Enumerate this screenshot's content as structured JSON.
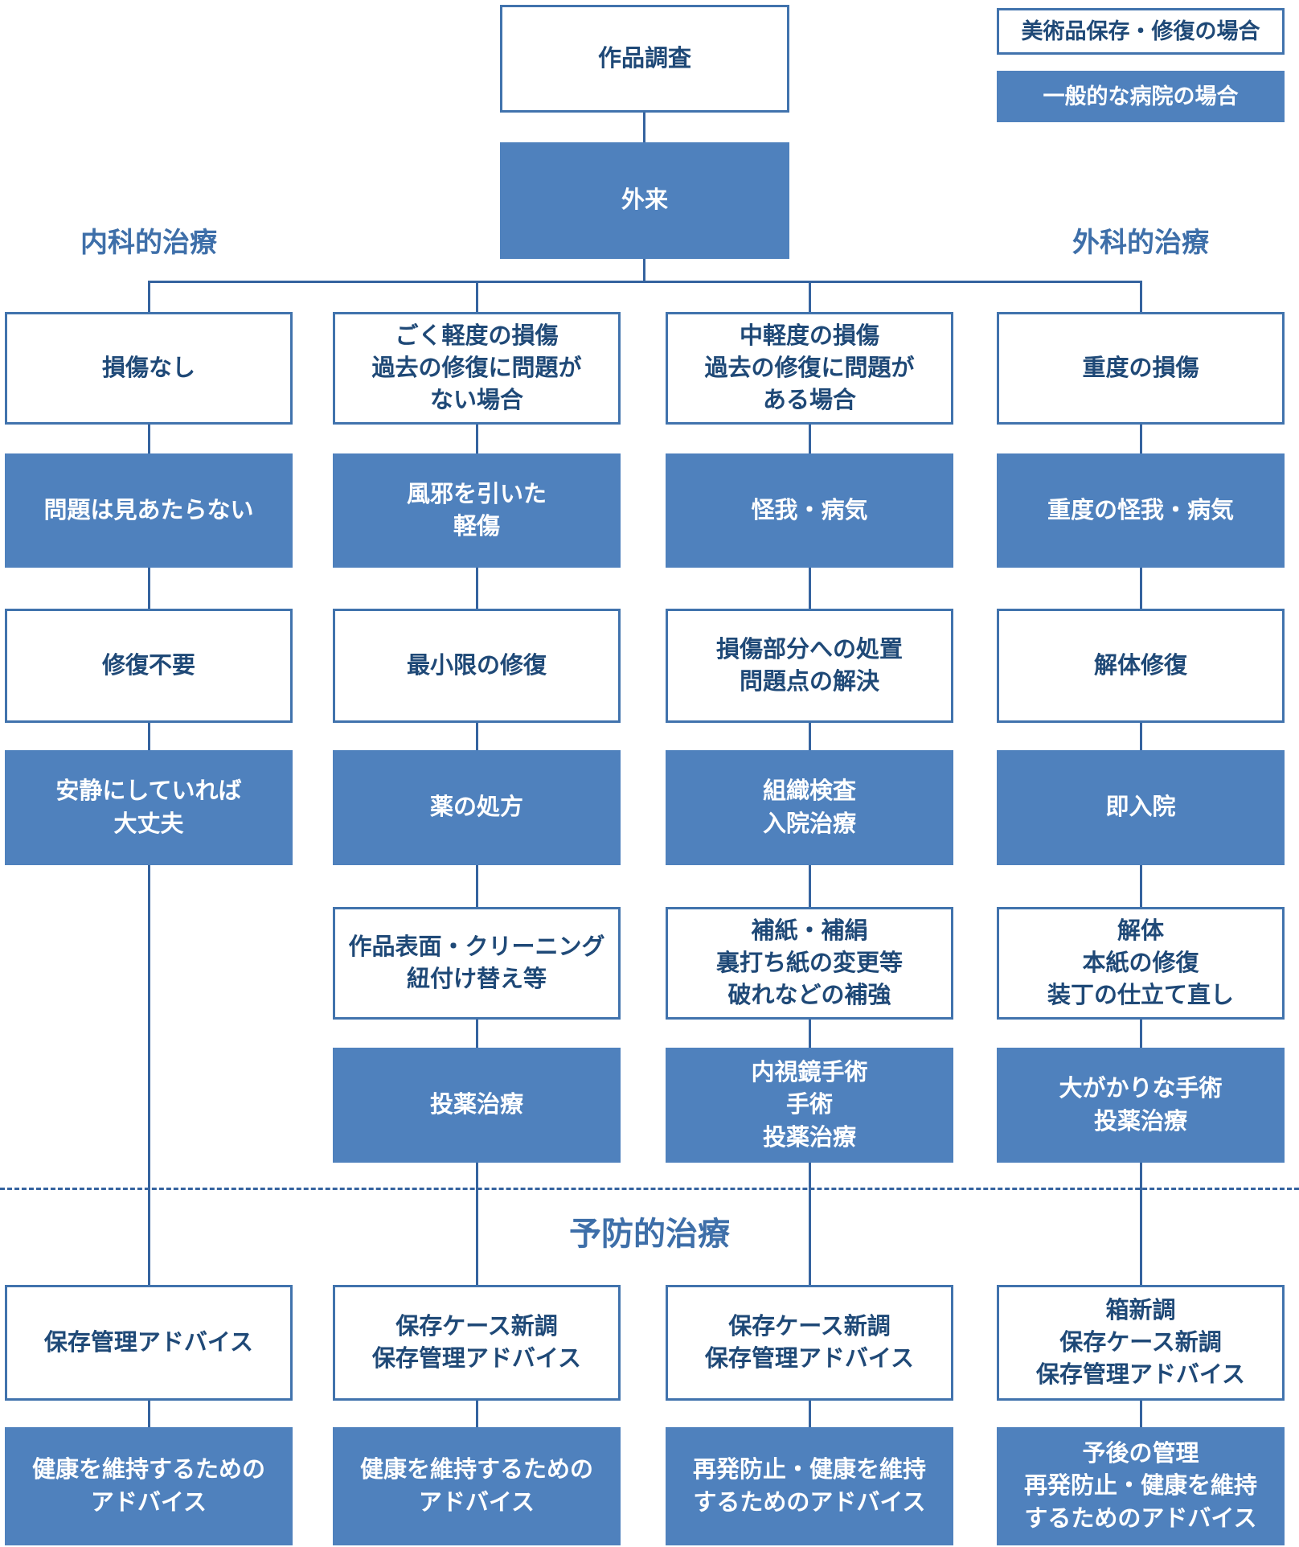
{
  "colors": {
    "fill_blue": "#4f81bd",
    "border_blue": "#4173ad",
    "line_blue": "#35639f",
    "text_dark": "#1f4977",
    "heading_blue": "#3e6fa9",
    "text_white": "#ffffff"
  },
  "legend": {
    "art": "美術品保存・修復の場合",
    "hospital": "一般的な病院の場合"
  },
  "flow": {
    "survey": "作品調査",
    "outpatient": "外来"
  },
  "headings": {
    "internal": "内科的治療",
    "surgical": "外科的治療",
    "preventive": "予防的治療"
  },
  "col1": {
    "r1": "損傷なし",
    "r2": "問題は見あたらない",
    "r3": "修復不要",
    "r4": "安静にしていれば\n大丈夫",
    "r7": "保存管理アドバイス",
    "r8": "健康を維持するための\nアドバイス"
  },
  "col2": {
    "r1": "ごく軽度の損傷\n過去の修復に問題が\nない場合",
    "r2": "風邪を引いた\n軽傷",
    "r3": "最小限の修復",
    "r4": "薬の処方",
    "r5": "作品表面・クリーニング\n紐付け替え等",
    "r6": "投薬治療",
    "r7": "保存ケース新調\n保存管理アドバイス",
    "r8": "健康を維持するための\nアドバイス"
  },
  "col3": {
    "r1": "中軽度の損傷\n過去の修復に問題が\nある場合",
    "r2": "怪我・病気",
    "r3": "損傷部分への処置\n問題点の解決",
    "r4": "組織検査\n入院治療",
    "r5": "補紙・補絹\n裏打ち紙の変更等\n破れなどの補強",
    "r6": "内視鏡手術\n手術\n投薬治療",
    "r7": "保存ケース新調\n保存管理アドバイス",
    "r8": "再発防止・健康を維持\nするためのアドバイス"
  },
  "col4": {
    "r1": "重度の損傷",
    "r2": "重度の怪我・病気",
    "r3": "解体修復",
    "r4": "即入院",
    "r5": "解体\n本紙の修復\n装丁の仕立て直し",
    "r6": "大がかりな手術\n投薬治療",
    "r7": "箱新調\n保存ケース新調\n保存管理アドバイス",
    "r8": "予後の管理\n再発防止・健康を維持\nするためのアドバイス"
  }
}
